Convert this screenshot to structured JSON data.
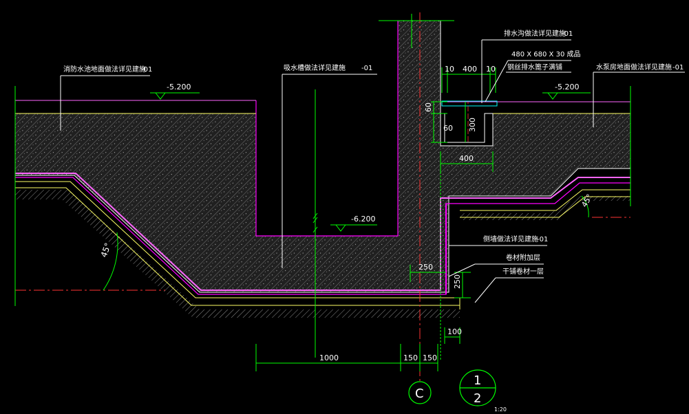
{
  "labels": {
    "note_left": "消防水池地面做法详见建施",
    "note_left_code": "-01",
    "note_mid": "吸水槽做法详见建施",
    "note_mid_code": "-01",
    "note_drain": "排水沟做法详见建施",
    "note_drain_code": "-01",
    "note_cover": "480 X 680 X 30 成品",
    "note_grate": "钢丝排水篦子满铺",
    "note_right": "水泵房地面做法详见建施",
    "note_right_code": "-01",
    "note_wall": "侧墙做法详见建施",
    "note_wall_code": "-01",
    "note_extra": "卷材附加层",
    "note_dry": "干铺卷材一层",
    "level_left": "-5.200",
    "level_right": "-5.200",
    "level_pit": "-6.200"
  },
  "dims": {
    "d10a": "10",
    "d400": "400",
    "d10b": "10",
    "d60a": "60",
    "d300": "300",
    "d60b": "60",
    "d400b": "400",
    "d250a": "250",
    "d250b": "250",
    "d100": "100",
    "d1000": "1000",
    "d150a": "150",
    "d150b": "150"
  },
  "angles": {
    "left": "45°",
    "right": "45°"
  },
  "axis": {
    "label": "C"
  },
  "title_block": {
    "top": "1",
    "bottom": "2",
    "scale": "1:20"
  },
  "colors": {
    "background": "#000000",
    "outline": "#ffffff",
    "waterproof": "#ff00ff",
    "dimension": "#00ff00",
    "layer": "#ffff66",
    "axis": "#ff0000",
    "leader": "#00ffff"
  }
}
